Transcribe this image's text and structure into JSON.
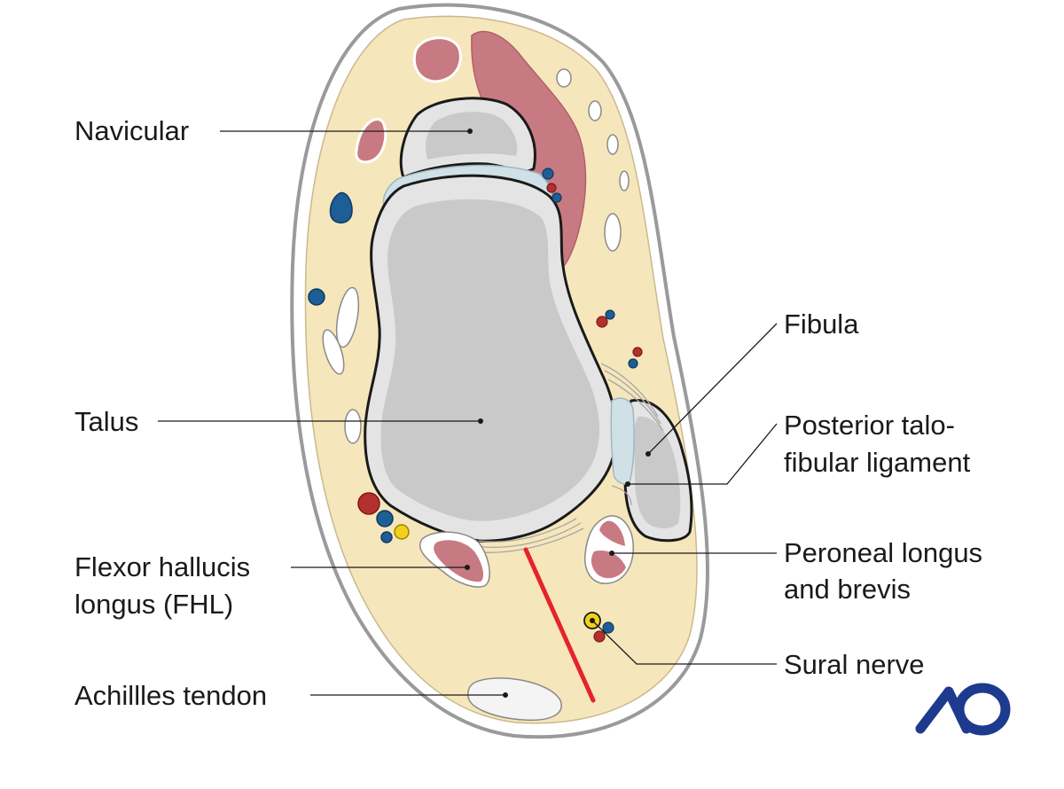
{
  "labels": {
    "navicular": "Navicular",
    "talus": "Talus",
    "fhl_line1": "Flexor hallucis",
    "fhl_line2": "longus (FHL)",
    "achilles": "Achillles tendon",
    "fibula": "Fibula",
    "ptfl_line1": "Posterior talo-",
    "ptfl_line2": "fibular ligament",
    "peroneal_line1": "Peroneal longus",
    "peroneal_line2": "and brevis",
    "sural": "Sural nerve"
  },
  "logo": {
    "text": "AO",
    "color": "#1d3a8f"
  },
  "colors": {
    "outline": "#9a9a9a",
    "fat": "#f6e6bb",
    "bone_outer": "#e4e4e4",
    "bone_inner": "#c9c9c9",
    "cartilage": "#cfe0e6",
    "muscle": "#c87a82",
    "vein": "#1d5e96",
    "artery": "#b3302f",
    "nerve": "#f2d11d",
    "incision": "#e4242b"
  }
}
